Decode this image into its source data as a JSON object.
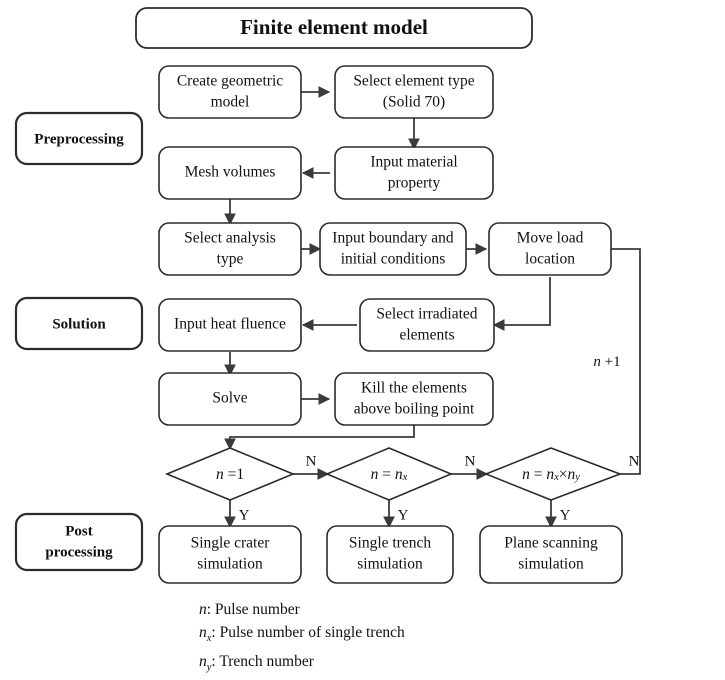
{
  "figure": {
    "title": "Finite element model",
    "type": "flowchart"
  },
  "stages": [
    {
      "id": "preprocessing",
      "label": "Preprocessing"
    },
    {
      "id": "solution",
      "label": "Solution"
    },
    {
      "id": "post-processing",
      "line1": "Post",
      "line2": "processing"
    }
  ],
  "nodes": {
    "create_geometric_model": {
      "line1": "Create  geometric",
      "line2": "model"
    },
    "select_element_type": {
      "line1": "Select element type",
      "line2": "(Solid 70)"
    },
    "input_material_property": {
      "line1": "Input material",
      "line2": "property"
    },
    "mesh_volumes": {
      "line1": "Mesh volumes",
      "line2": ""
    },
    "select_analysis_type": {
      "line1": "Select analysis",
      "line2": "type"
    },
    "input_boundary_conditions": {
      "line1": "Input boundary and",
      "line2": "initial conditions"
    },
    "move_load_location": {
      "line1": "Move load",
      "line2": "location"
    },
    "input_heat_fluence": {
      "line1": "Input heat fluence",
      "line2": ""
    },
    "select_irradiated_elements": {
      "line1": "Select irradiated",
      "line2": "elements"
    },
    "solve": {
      "line1": "Solve",
      "line2": ""
    },
    "kill_elements": {
      "line1": "Kill the elements",
      "line2": "above boiling point"
    },
    "single_crater_simulation": {
      "line1": "Single crater",
      "line2": "simulation"
    },
    "single_trench_simulation": {
      "line1": "Single trench",
      "line2": "simulation"
    },
    "plane_scanning_simulation": {
      "line1": "Plane scanning",
      "line2": "simulation"
    }
  },
  "decisions": [
    {
      "id": "n-equals-1",
      "var": "n",
      "op": " =",
      "rhs": "1",
      "no_label": "N",
      "yes_label": "Y"
    },
    {
      "id": "n-equals-nx",
      "var": "n",
      "op": " = ",
      "rhs": "n",
      "rhs_sub": "x",
      "no_label": "N",
      "yes_label": "Y"
    },
    {
      "id": "n-equals-nx-times-ny",
      "var": "n",
      "op": " = ",
      "rhs": "n",
      "rhs_sub": "x",
      "rhs2": "n",
      "rhs2_sub": "y",
      "times": "×",
      "no_label": "N",
      "yes_label": "Y"
    }
  ],
  "loop": {
    "increment_label_italic": "n",
    "increment_label_rest": " +1"
  },
  "legend": [
    {
      "symbol": "n",
      "sub": "",
      "text": ": Pulse number"
    },
    {
      "symbol": "n",
      "sub": "x",
      "text": ": Pulse number of single trench"
    },
    {
      "symbol": "n",
      "sub": "y",
      "text": ": Trench number"
    }
  ],
  "colors": {
    "stroke": "#2b2b2b",
    "edge": "#3a3a3a",
    "background": "#ffffff",
    "text": "#111111"
  }
}
